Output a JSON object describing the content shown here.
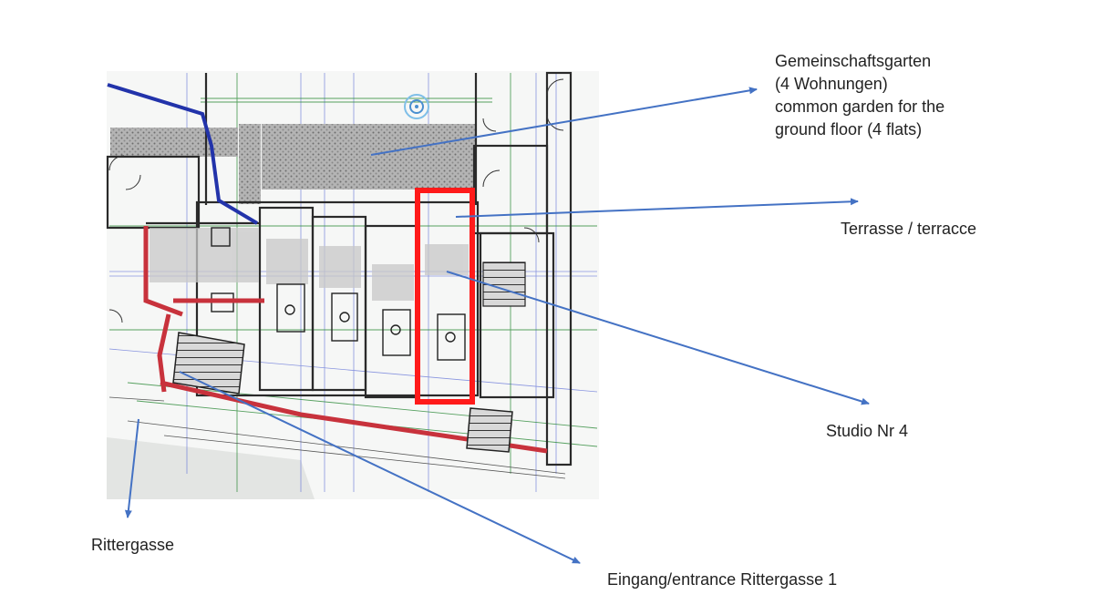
{
  "labels": {
    "garden_line1": "Gemeinschaftsgarten",
    "garden_line2": "(4 Wohnungen)",
    "garden_line3": "common garden for the",
    "garden_line4": "ground floor (4 flats)",
    "terrace": "Terrasse / terracce",
    "studio": "Studio Nr 4",
    "street": "Rittergasse",
    "entrance": "Eingang/entrance Rittergasse 1"
  },
  "colors": {
    "arrow": "#4472c4",
    "highlight": "#ff1a1a",
    "walls": "#2a2a2a",
    "hatch": "#9a9a9a",
    "plan_red": "#c8323c",
    "plan_green": "#2e8b3a",
    "plan_blue": "#2233aa"
  }
}
